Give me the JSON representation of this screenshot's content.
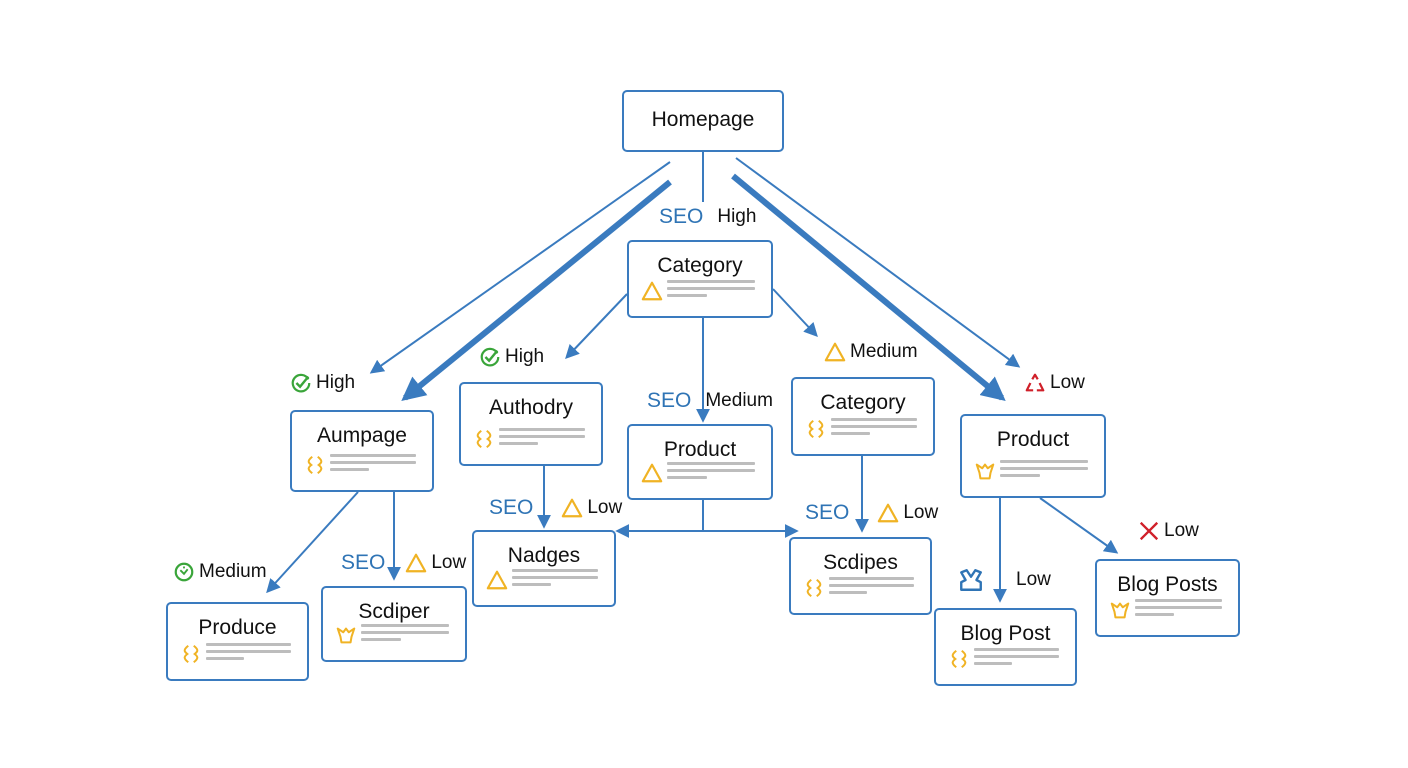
{
  "colors": {
    "edge": "#3a7bbf",
    "seo_text": "#2f74b5",
    "high": "#3aa53a",
    "medium": "#f0b324",
    "low_warning": "#f0b324",
    "low_critical": "#d0202a",
    "node_border": "#3a7bbf",
    "skeleton_line": "#bdbdbd"
  },
  "nodes": {
    "homepage": {
      "title": "Homepage"
    },
    "category_center": {
      "title": "Category",
      "icon": "warning-triangle-icon"
    },
    "aumpage": {
      "title": "Aumpage",
      "icon": "bracket-glyph-icon"
    },
    "authority": {
      "title": "Authodry",
      "icon": "bracket-glyph-icon"
    },
    "product_center": {
      "title": "Product",
      "icon": "warning-triangle-icon"
    },
    "category_right": {
      "title": "Category",
      "icon": "bracket-glyph-icon"
    },
    "product_right": {
      "title": "Product",
      "icon": "crown-glyph-icon"
    },
    "produce": {
      "title": "Produce",
      "icon": "bracket-glyph-icon"
    },
    "scdiper": {
      "title": "Scdiper",
      "icon": "crown-glyph-icon"
    },
    "nadges": {
      "title": "Nadges",
      "icon": "warning-triangle-icon"
    },
    "scdipes": {
      "title": "Scdipes",
      "icon": "bracket-glyph-icon"
    },
    "blog_post": {
      "title": "Blog Post",
      "icon": "bracket-glyph-icon"
    },
    "blog_posts": {
      "title": "Blog Posts",
      "icon": "crown-glyph-icon"
    }
  },
  "labels": {
    "homepage_category": {
      "seo": "SEO",
      "level": "High"
    },
    "homepage_aumpage": {
      "level": "High",
      "icon": "check-icon"
    },
    "category_authority": {
      "level": "High",
      "icon": "check-icon"
    },
    "category_product": {
      "seo": "SEO",
      "level": "Medium"
    },
    "category_category": {
      "level": "Medium",
      "icon": "warning-triangle-icon"
    },
    "homepage_product": {
      "level": "Low",
      "icon": "recycle-triangle-icon"
    },
    "authority_nadges": {
      "seo": "SEO",
      "level": "Low",
      "icon": "warning-triangle-icon"
    },
    "category_scdipes": {
      "seo": "SEO",
      "level": "Low",
      "icon": "warning-triangle-icon"
    },
    "aumpage_produce": {
      "level": "Medium",
      "icon": "refresh-badge-icon"
    },
    "aumpage_scdiper": {
      "seo": "SEO",
      "level": "Low",
      "icon": "warning-triangle-icon"
    },
    "product_blogpost": {
      "level": "Low",
      "icon": "inbox-glyph-icon"
    },
    "product_blogposts": {
      "level": "Low",
      "icon": "cross-icon"
    }
  }
}
